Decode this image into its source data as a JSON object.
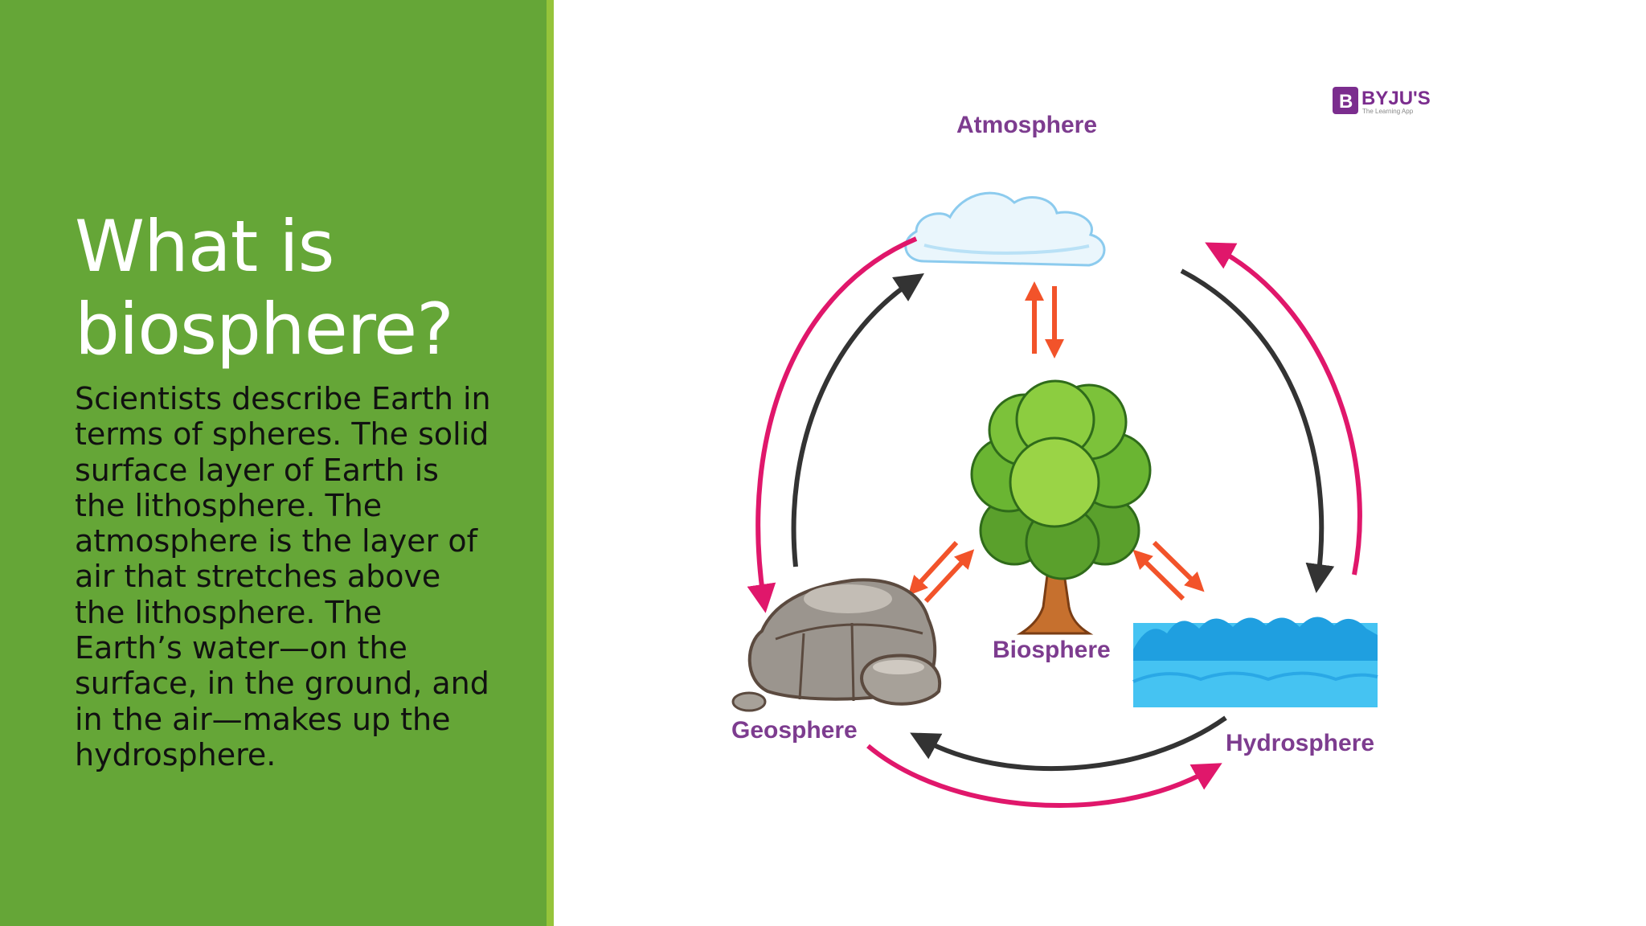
{
  "slide": {
    "title": "What is biosphere?",
    "body": "Scientists describe Earth in terms of spheres. The solid surface layer of Earth is the lithosphere. The atmosphere is the layer of air that stretches above the lithosphere. The Earth’s water—on the surface, in the ground, and in the air—makes up the hydrosphere."
  },
  "diagram": {
    "labels": {
      "atmosphere": "Atmosphere",
      "biosphere": "Biosphere",
      "geosphere": "Geosphere",
      "hydrosphere": "Hydrosphere"
    },
    "logo": {
      "brand": "BYJU'S",
      "tagline": "The Learning App"
    },
    "colors": {
      "panel_green": "#65a637",
      "accent_green": "#95c43a",
      "label_purple": "#7d3c8f",
      "outer_arrow_pink": "#e0176b",
      "inner_arrow_dark": "#333333",
      "exchange_arrow_orange": "#f2532a",
      "water_blue": "#3bb8ec"
    }
  }
}
